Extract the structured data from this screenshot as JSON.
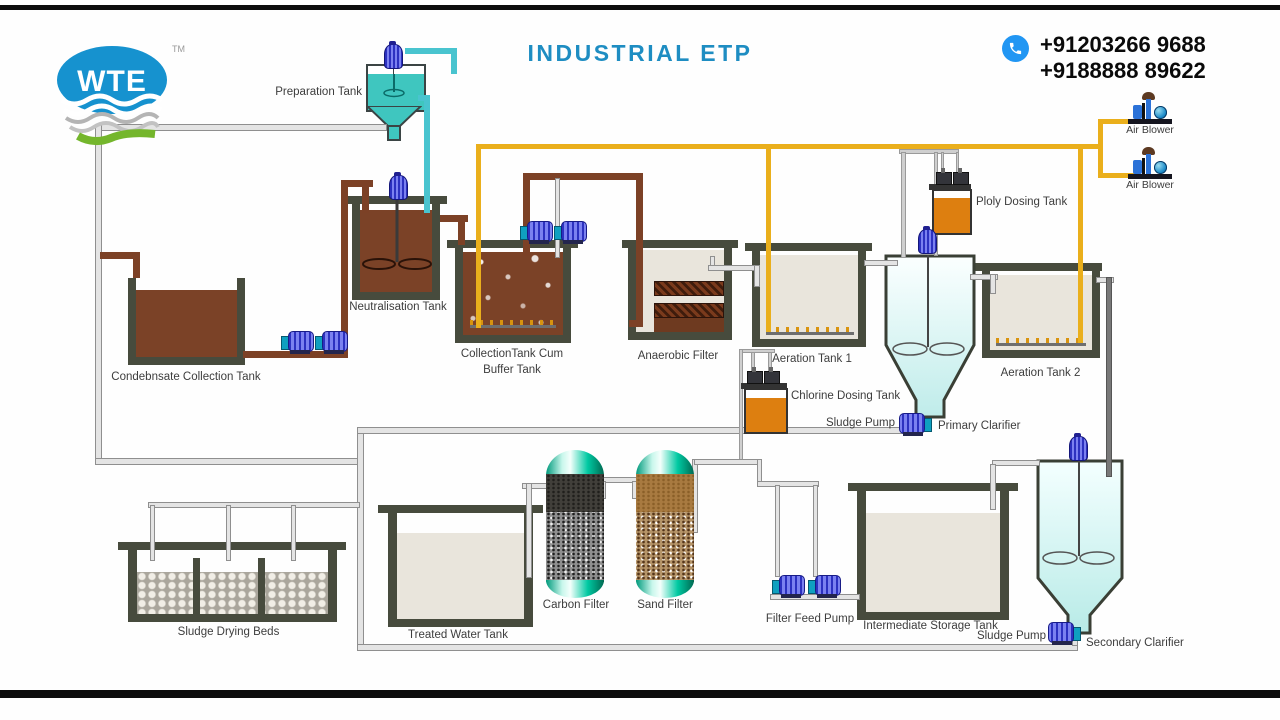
{
  "header": {
    "logo_text": "WTE",
    "logo_tm": "TM",
    "title": "INDUSTRIAL ETP",
    "phone_1": "+91203266 9688",
    "phone_2": "+9188888 89622"
  },
  "labels": {
    "preparation_tank": "Preparation Tank",
    "neutralisation_tank": "Neutralisation Tank",
    "condensate_collection_tank": "Condebnsate Collection Tank",
    "collection_tank_line1": "CollectionTank Cum",
    "collection_tank_line2": "Buffer Tank",
    "anaerobic_filter": "Anaerobic Filter",
    "aeration_tank_1": "Aeration Tank 1",
    "poly_dosing_tank": "Ploly Dosing Tank",
    "aeration_tank_2": "Aeration Tank 2",
    "air_blower_1": "Air Blower",
    "air_blower_2": "Air Blower",
    "chlorine_dosing_tank": "Chlorine Dosing Tank",
    "sludge_pump_primary": "Sludge Pump",
    "primary_clarifier": "Primary Clarifier",
    "carbon_filter": "Carbon Filter",
    "sand_filter": "Sand Filter",
    "filter_feed_pump": "Filter Feed Pump",
    "intermediate_storage_tank": "Intermediate Storage Tank",
    "sludge_drying_beds": "Sludge Drying Beds",
    "treated_water_tank": "Treated Water Tank",
    "sludge_pump_secondary": "Sludge Pump",
    "secondary_clarifier": "Secondary Clarifier"
  },
  "colors": {
    "title_blue": "#1e8dc2",
    "logo_blue": "#1692cf",
    "logo_green": "#74b62c",
    "phone_icon_blue": "#2196f3",
    "pipe_yellow": "#eaaf1c",
    "pipe_brown": "#7c4126",
    "pipe_cyan": "#49c4cf",
    "pipe_gray": "#c9c9c9",
    "tank_frame": "#474b3d",
    "sewage_brown": "#7b4227",
    "liquid_beige": "#e9e5dc",
    "dosing_orange": "#dd7f10",
    "clarifier_cyan": "#bfecea",
    "prep_tank_teal": "#3fc6bf",
    "pump_blue": "#3a40d8"
  }
}
